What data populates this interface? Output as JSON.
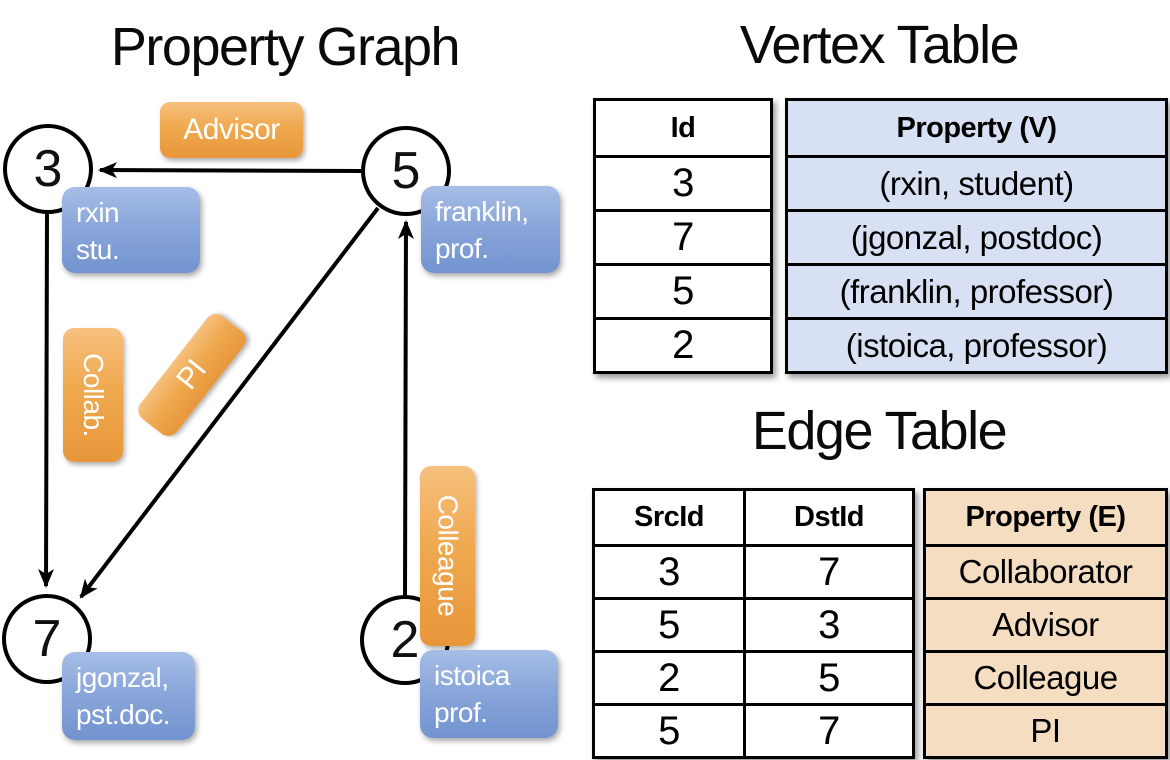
{
  "graph": {
    "title": "Property Graph",
    "nodes": [
      {
        "id": "3",
        "prop1": "rxin",
        "prop2": "stu."
      },
      {
        "id": "5",
        "prop1": "franklin,",
        "prop2": "prof."
      },
      {
        "id": "7",
        "prop1": "jgonzal,",
        "prop2": "pst.doc."
      },
      {
        "id": "2",
        "prop1": "istoica",
        "prop2": "prof."
      }
    ],
    "edge_labels": [
      {
        "label": "Advisor"
      },
      {
        "label": "Collab."
      },
      {
        "label": "PI"
      },
      {
        "label": "Colleague"
      }
    ]
  },
  "vertex_table": {
    "title": "Vertex Table",
    "headers": {
      "id": "Id",
      "property": "Property (V)"
    },
    "rows": [
      {
        "id": "3",
        "property": "(rxin, student)"
      },
      {
        "id": "7",
        "property": "(jgonzal, postdoc)"
      },
      {
        "id": "5",
        "property": "(franklin, professor)"
      },
      {
        "id": "2",
        "property": "(istoica, professor)"
      }
    ]
  },
  "edge_table": {
    "title": "Edge Table",
    "headers": {
      "src": "SrcId",
      "dst": "DstId",
      "property": "Property (E)"
    },
    "rows": [
      {
        "src": "3",
        "dst": "7",
        "property": "Collaborator"
      },
      {
        "src": "5",
        "dst": "3",
        "property": "Advisor"
      },
      {
        "src": "2",
        "dst": "5",
        "property": "Colleague"
      },
      {
        "src": "5",
        "dst": "7",
        "property": "PI"
      }
    ]
  },
  "colors": {
    "edge_label_orange_top": "#f6c07e",
    "edge_label_orange_bottom": "#e8963a",
    "vertex_box_blue_top": "#a6bee7",
    "vertex_box_blue_bottom": "#7293cf",
    "vertex_table_cell_fill": "#d8e1f3",
    "edge_table_cell_fill": "#f5ddc2",
    "line_color": "#000000"
  }
}
